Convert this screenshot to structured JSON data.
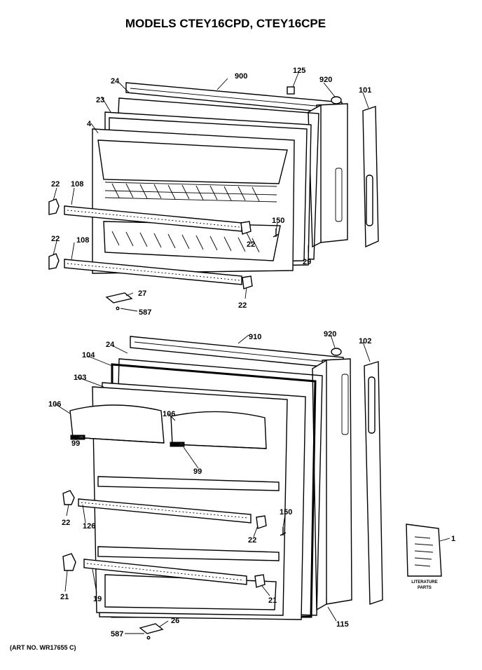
{
  "title": "MODELS CTEY16CPD, CTEY16CPE",
  "art_number": "(ART NO. WR17655 C)",
  "literature_label": [
    "LITERATURE",
    "PARTS"
  ],
  "callouts": {
    "c900": "900",
    "c125": "125",
    "c920a": "920",
    "c101": "101",
    "c24a": "24",
    "c23": "23",
    "c4": "4",
    "c22a": "22",
    "c108a": "108",
    "c22b": "22",
    "c108b": "108",
    "c150a": "150",
    "c22c": "22",
    "c29": "29",
    "c22d": "22",
    "c27": "27",
    "c587a": "587",
    "c910": "910",
    "c920b": "920",
    "c102": "102",
    "c24b": "24",
    "c104": "104",
    "c103": "103",
    "c106a": "106",
    "c106b": "106",
    "c99a": "99",
    "c99b": "99",
    "c22e": "22",
    "c126": "126",
    "c150b": "150",
    "c22f": "22",
    "c21a": "21",
    "c19": "19",
    "c21b": "21",
    "c115": "115",
    "c1": "1",
    "c26": "26",
    "c587b": "587"
  }
}
